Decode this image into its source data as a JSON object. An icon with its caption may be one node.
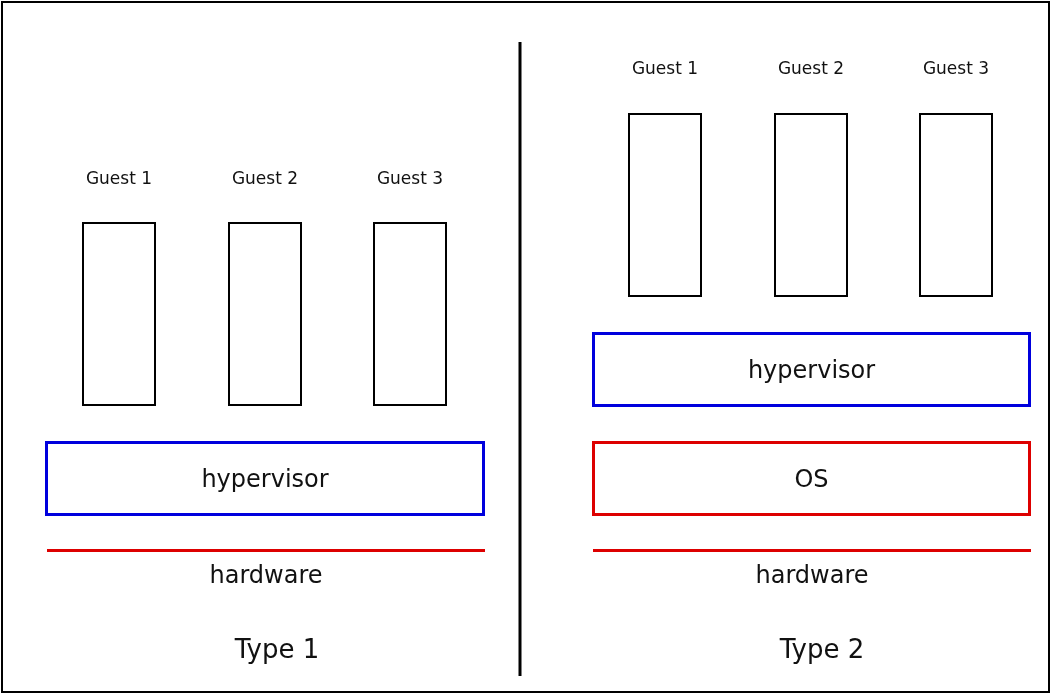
{
  "diagram": {
    "nodes": [
      {
        "text": [
          "Guest 1"
        ]
      },
      {
        "text": [
          "Guest 2"
        ]
      },
      {
        "text": [
          "Guest 3"
        ]
      },
      {
        "text": [
          "hypervisor"
        ]
      },
      {
        "text": [
          "hardware"
        ]
      },
      {
        "text": [
          "Guest 1"
        ]
      },
      {
        "text": [
          "Guest 2"
        ]
      },
      {
        "text": [
          "Guest 3"
        ]
      },
      {
        "text": [
          "hypervisor"
        ]
      },
      {
        "text": [
          "OS"
        ]
      },
      {
        "text": [
          "hardware"
        ]
      }
    ],
    "edges": [],
    "labels": [
      "Type 1",
      "Type 2"
    ]
  }
}
